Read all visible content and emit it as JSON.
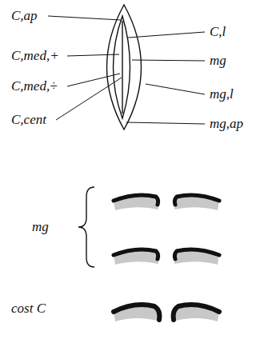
{
  "diagram": {
    "labels": [
      "C,ap",
      "C,l",
      "C,med,+",
      "mg",
      "C,med,÷",
      "mg,l",
      "C,cent",
      "mg,ap",
      "mg",
      "cost C"
    ]
  }
}
